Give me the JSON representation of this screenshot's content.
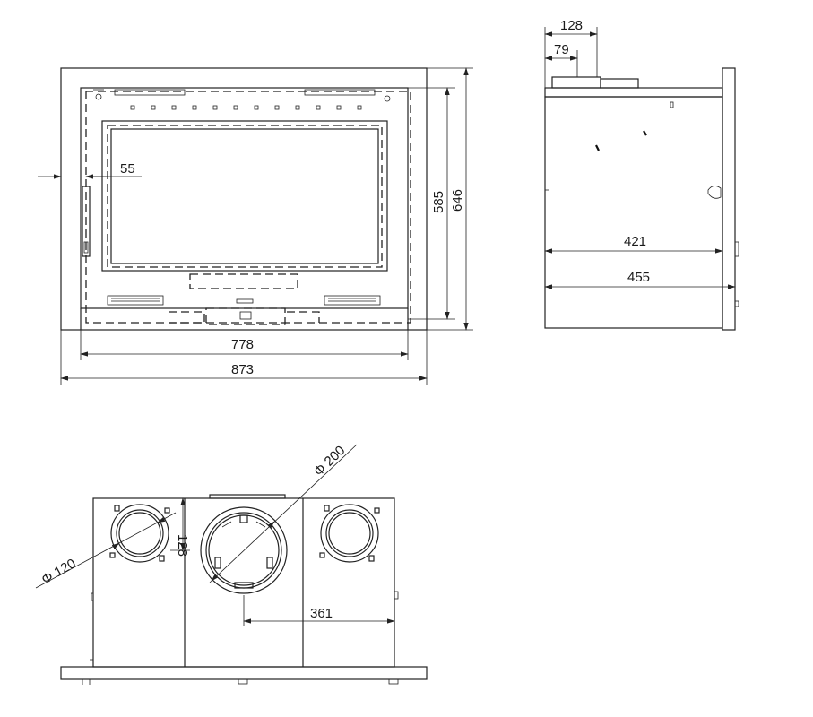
{
  "front_view": {
    "dim_width_inner": "778",
    "dim_width_outer": "873",
    "dim_height_inner": "585",
    "dim_height_outer": "646",
    "dim_side_offset": "55"
  },
  "side_view": {
    "dim_flue_width": "128",
    "dim_flue_offset": "79",
    "dim_depth_inner": "421",
    "dim_depth_outer": "455"
  },
  "top_view": {
    "dim_main_flue_diameter": "Φ 200",
    "dim_side_outlet_diameter": "Φ 120",
    "dim_outlet_offset": "128",
    "dim_center_distance": "361"
  },
  "colors": {
    "line": "#222222",
    "background": "#ffffff"
  }
}
